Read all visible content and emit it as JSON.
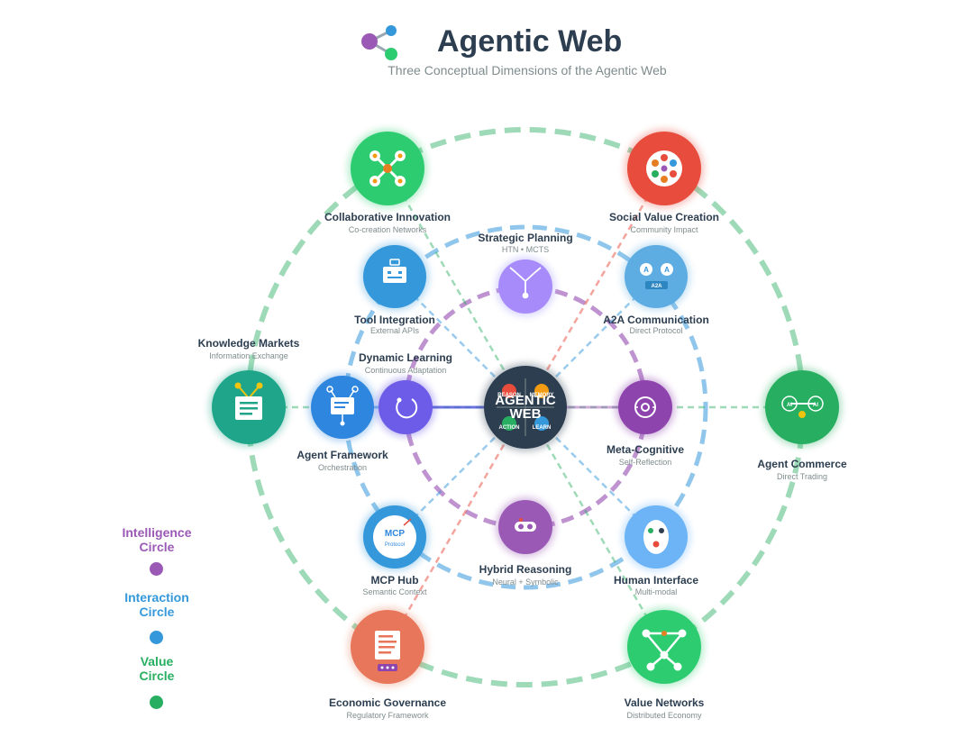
{
  "header": {
    "title": "Agentic Web",
    "subtitle": "Three Conceptual Dimensions of the Agentic Web"
  },
  "center": {
    "title_line1": "AGENTIC",
    "title_line2": "WEB",
    "quadrants": [
      "REASON",
      "MEMORY",
      "ACTION",
      "LEARN"
    ]
  },
  "value_nodes": {
    "collab": {
      "title": "Collaborative Innovation",
      "sub": "Co-creation Networks"
    },
    "social": {
      "title": "Social Value Creation",
      "sub": "Community Impact"
    },
    "knowledge": {
      "title": "Knowledge Markets",
      "sub": "Information Exchange"
    },
    "commerce": {
      "title": "Agent Commerce",
      "sub": "Direct Trading",
      "icon_left": "AI",
      "icon_right": "AI"
    },
    "governance": {
      "title": "Economic Governance",
      "sub": "Regulatory Framework"
    },
    "networks": {
      "title": "Value Networks",
      "sub": "Distributed Economy"
    }
  },
  "interaction_nodes": {
    "tool": {
      "title": "Tool Integration",
      "sub": "External APIs"
    },
    "a2a": {
      "title": "A2A Communication",
      "sub": "Direct Protocol",
      "icon_a1": "A",
      "icon_a2": "A",
      "icon_tag": "A2A"
    },
    "framework": {
      "title": "Agent Framework",
      "sub": "Orchestration"
    },
    "mcp": {
      "title": "MCP Hub",
      "sub": "Semantic Context",
      "icon_main": "MCP",
      "icon_sub": "Protocol"
    },
    "human": {
      "title": "Human Interface",
      "sub": "Multi-modal"
    }
  },
  "intelligence_nodes": {
    "planning": {
      "title": "Strategic Planning",
      "sub": "HTN  •  MCTS"
    },
    "learning": {
      "title": "Dynamic Learning",
      "sub": "Continuous Adaptation"
    },
    "meta": {
      "title": "Meta-Cognitive",
      "sub": "Self-Reflection"
    },
    "hybrid": {
      "title": "Hybrid Reasoning",
      "sub": "Neural + Symbolic"
    }
  },
  "legend": {
    "intelligence": {
      "line1": "Intelligence",
      "line2": "Circle"
    },
    "interaction": {
      "line1": "Interaction",
      "line2": "Circle"
    },
    "value": {
      "line1": "Value",
      "line2": "Circle"
    }
  },
  "colors": {
    "intelligence": "#9b59b6",
    "interaction": "#3498db",
    "value": "#27ae60",
    "center": "#2c3e50",
    "title": "#2c3e50"
  }
}
